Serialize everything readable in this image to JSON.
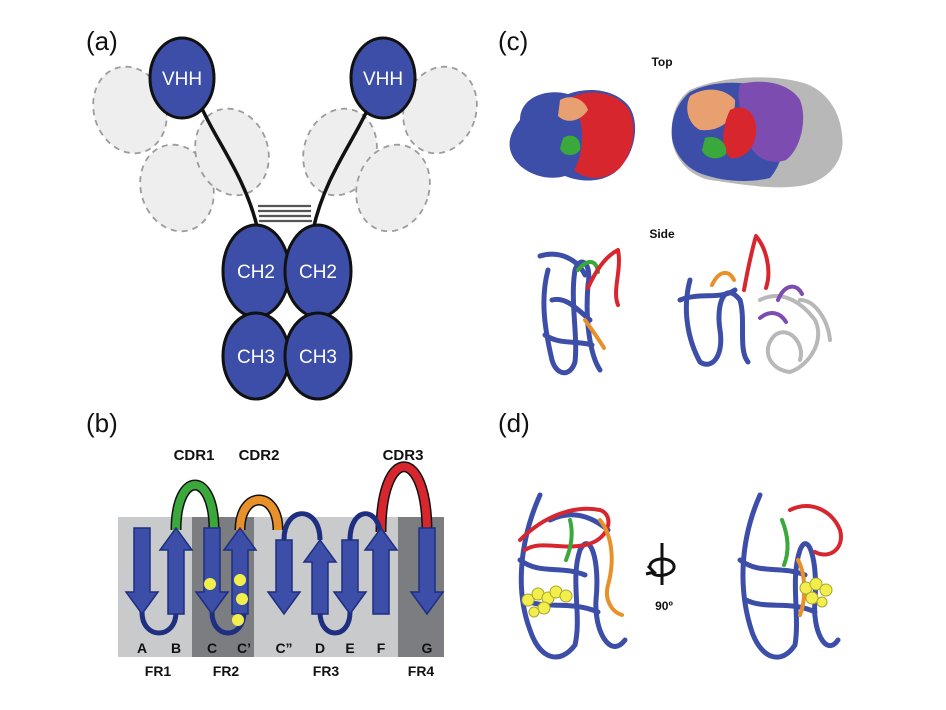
{
  "panels": {
    "a": {
      "label": "(a)",
      "domains": {
        "vhh_left": "VHH",
        "vhh_right": "VHH",
        "ch2_left": "CH2",
        "ch2_right": "CH2",
        "ch3_left": "CH3",
        "ch3_right": "CH3"
      }
    },
    "b": {
      "label": "(b)",
      "cdr_labels": [
        "CDR1",
        "CDR2",
        "CDR3"
      ],
      "strand_labels": [
        "A",
        "B",
        "C",
        "C’",
        "C”",
        "D",
        "E",
        "F",
        "G"
      ],
      "framework_labels": [
        "FR1",
        "FR2",
        "FR3",
        "FR4"
      ]
    },
    "c": {
      "label": "(c)",
      "top_label": "Top",
      "side_label": "Side"
    },
    "d": {
      "label": "(d)",
      "rotation_label": "90º"
    }
  },
  "colors": {
    "domain_blue": "#3c4ea8",
    "cdr1_green": "#3aa83a",
    "cdr2_orange": "#e8902a",
    "cdr3_red": "#d8262e",
    "partner_purple": "#7d4cb0",
    "partner_gray": "#b8b8b8",
    "residue_yellow": "#f2ee4c",
    "framework_light": "#c9cacc",
    "framework_dark": "#7b7d80"
  }
}
